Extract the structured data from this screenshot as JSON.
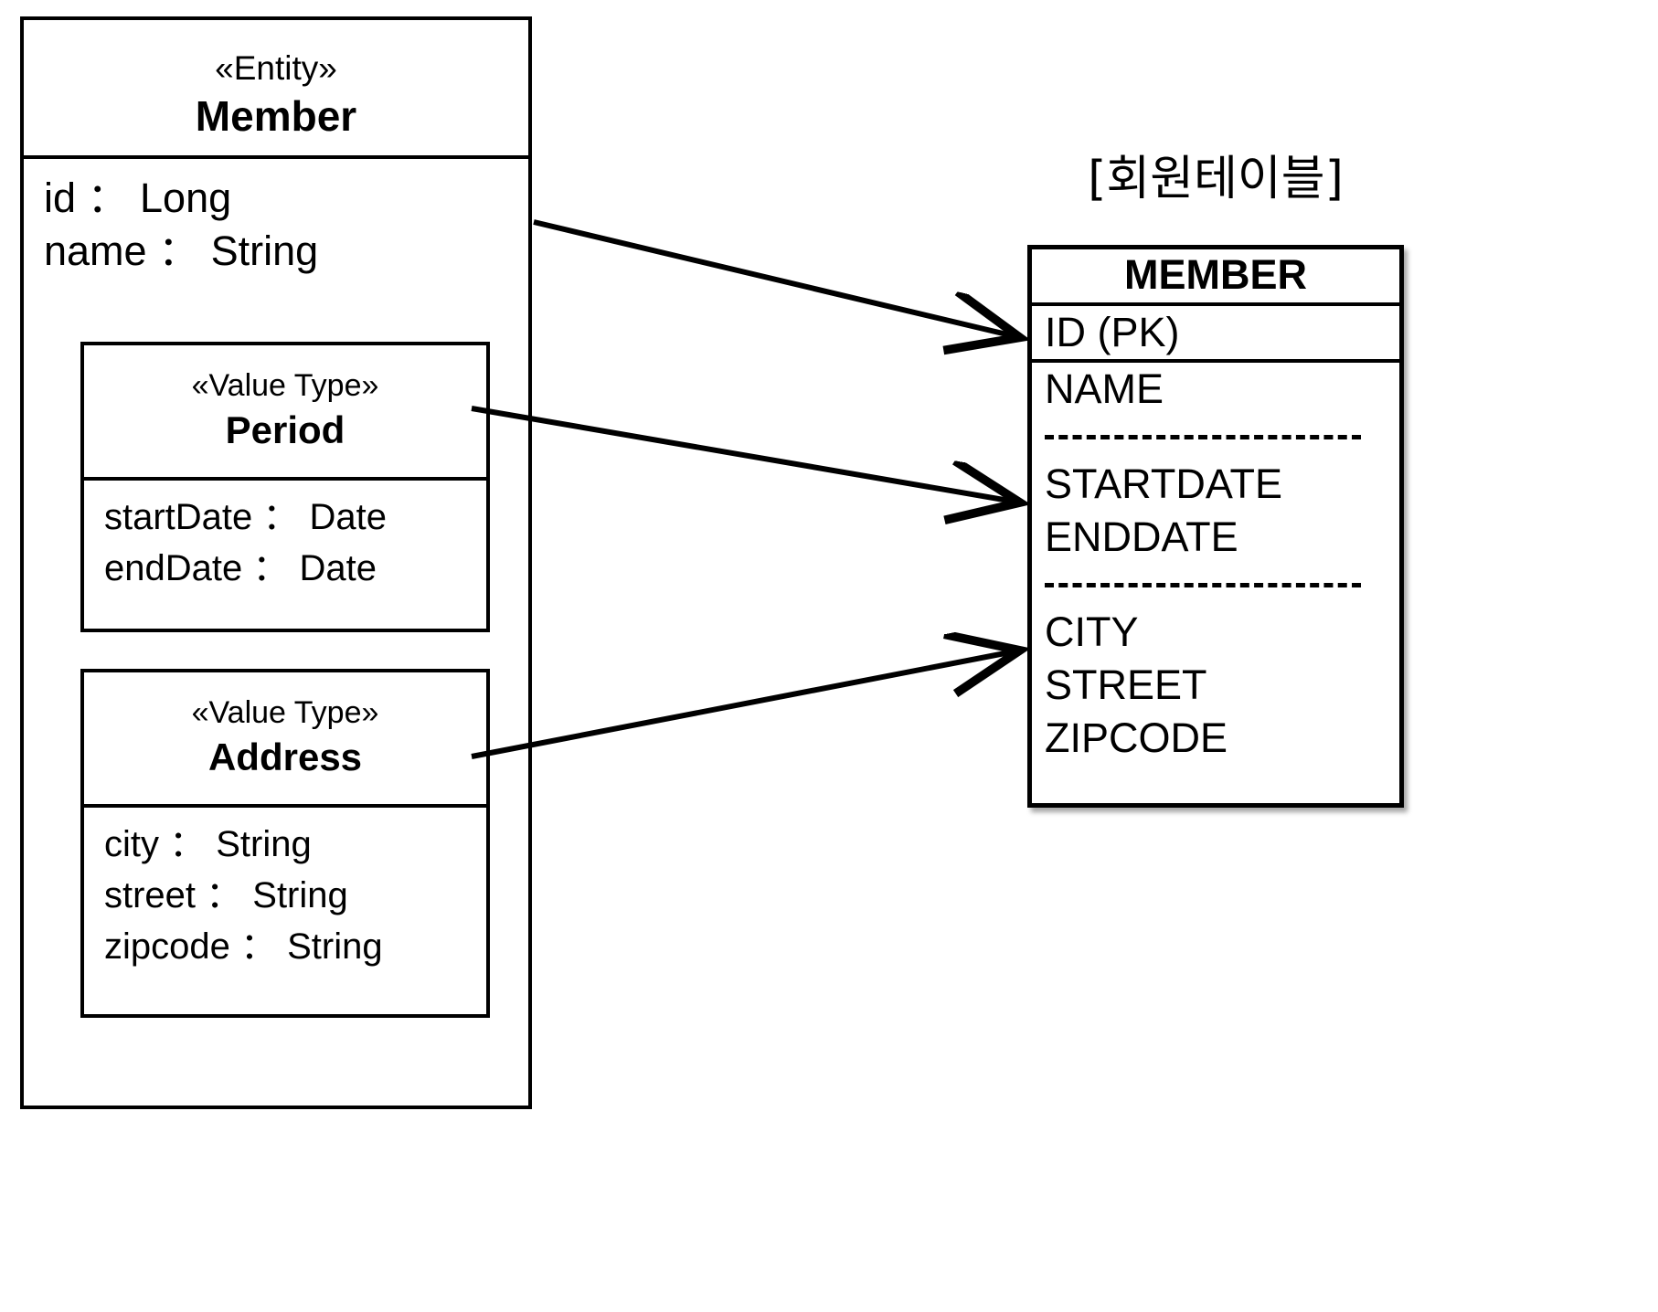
{
  "entity": {
    "stereotype": "«Entity»",
    "name": "Member",
    "attributes": [
      "id ： Long",
      "name ： String"
    ]
  },
  "value_types": [
    {
      "stereotype": "«Value Type»",
      "name": "Period",
      "attributes": [
        "startDate ： Date",
        "endDate ： Date"
      ]
    },
    {
      "stereotype": "«Value Type»",
      "name": "Address",
      "attributes": [
        "city ： String",
        "street ： String",
        "zipcode ： String"
      ]
    }
  ],
  "db": {
    "caption": "[회원테이블]",
    "title": "MEMBER",
    "pk_column": "ID (PK)",
    "groups": [
      {
        "columns": [
          "NAME"
        ]
      },
      {
        "columns": [
          "STARTDATE",
          "ENDDATE"
        ]
      },
      {
        "columns": [
          "CITY",
          "STREET",
          "ZIPCODE"
        ]
      }
    ]
  },
  "mappings": [
    {
      "from": "member-attributes",
      "to": "ID (PK)"
    },
    {
      "from": "period",
      "to": "STARTDATE"
    },
    {
      "from": "address",
      "to": "CITY"
    }
  ],
  "colors": {
    "stroke": "#000000",
    "background": "#ffffff"
  }
}
